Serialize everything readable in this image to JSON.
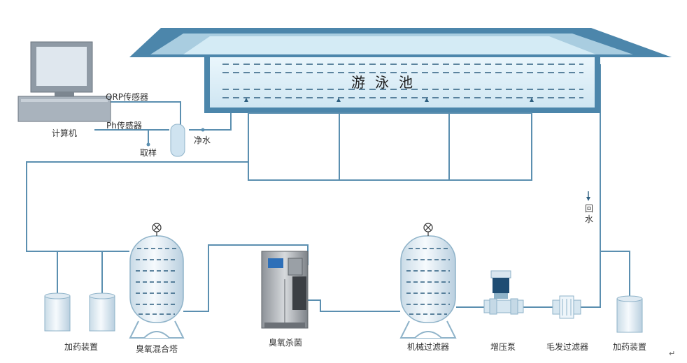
{
  "diagram": {
    "pool_label": "游泳池",
    "computer_label": "计算机",
    "orp_sensor_label": "ORP传感器",
    "ph_sensor_label": "Ph传感器",
    "sampling_label": "取样",
    "clean_water_label": "净水",
    "return_water_label": "回水",
    "dosing_left_label": "加药装置",
    "ozone_mixer_label": "臭氧混合塔",
    "ozone_sterilizer_label": "臭氧杀菌",
    "mechanical_filter_label": "机械过滤器",
    "booster_pump_label": "增压泵",
    "hair_filter_label": "毛发过滤器",
    "dosing_right_label": "加药装置",
    "corner_mark": "↵"
  },
  "colors": {
    "pipe": "#5b8fb0",
    "pool_frame": "#4c86ab",
    "water": "#dbeef7",
    "tank_fill": "#eef5fa",
    "tank_stroke": "#8fb3c9"
  }
}
